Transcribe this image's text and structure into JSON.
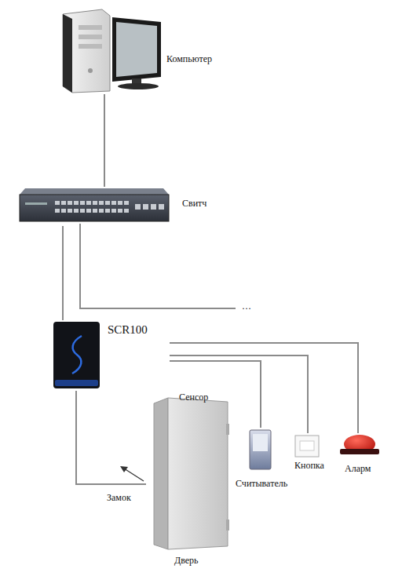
{
  "diagram": {
    "nodes": [
      {
        "text": [
          "Компьютер"
        ]
      },
      {
        "text": [
          "Свитч"
        ]
      },
      {
        "text": [
          "SCR100"
        ]
      },
      {
        "text": [
          "Сенсор",
          "Дверь"
        ]
      },
      {
        "text": [
          "Считыватель"
        ]
      },
      {
        "text": [
          "Кнопка"
        ]
      },
      {
        "text": [
          "Аларм"
        ]
      }
    ],
    "edges": [
      {
        "from": 0,
        "to": 1,
        "arrow": "none"
      },
      {
        "from": 1,
        "to": 2,
        "arrow": "none"
      },
      {
        "from": 2,
        "to": 3,
        "arrow": "none"
      },
      {
        "from": 2,
        "to": 4,
        "arrow": "none"
      },
      {
        "from": 2,
        "to": 5,
        "arrow": "none"
      },
      {
        "from": 2,
        "to": 6,
        "arrow": "none"
      }
    ],
    "labels": [
      "…",
      "Замок"
    ]
  }
}
